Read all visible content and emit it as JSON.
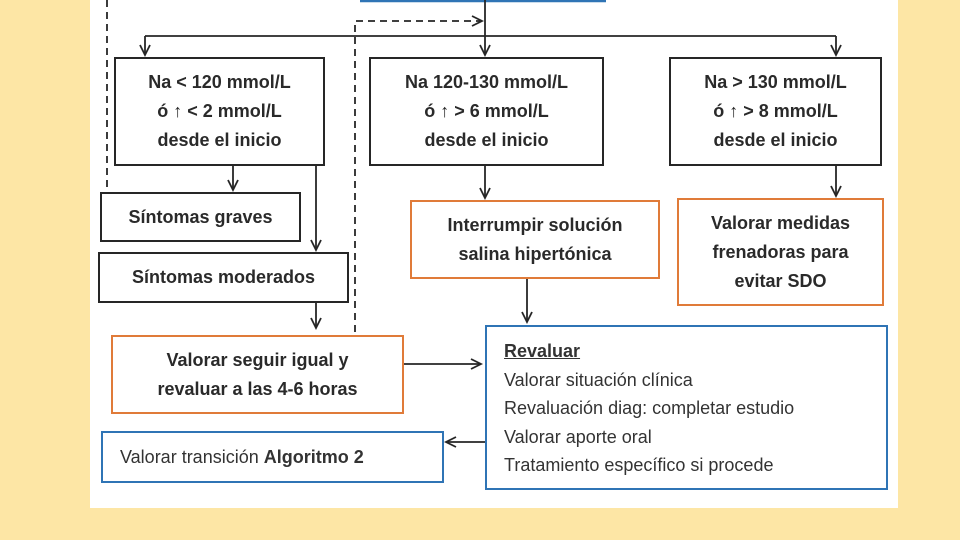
{
  "boxes": {
    "na_low": [
      "Na < 120 mmol/L",
      "ó ↑ < 2 mmol/L",
      "desde el inicio"
    ],
    "na_mid": [
      "Na 120-130 mmol/L",
      "ó ↑ > 6 mmol/L",
      "desde el inicio"
    ],
    "na_high": [
      "Na > 130 mmol/L",
      "ó ↑ > 8 mmol/L",
      "desde el inicio"
    ],
    "sintomas_graves": "Síntomas graves",
    "sintomas_moderados": "Síntomas moderados",
    "interrumpir": [
      "Interrumpir solución",
      "salina hipertónica"
    ],
    "frenadoras": [
      "Valorar medidas",
      "frenadoras para",
      "evitar SDO"
    ],
    "seguir_igual": [
      "Valorar seguir igual y",
      "revaluar a las 4-6 horas"
    ],
    "revaluar": {
      "title": "Revaluar",
      "items": [
        "Valorar situación clínica",
        "Revaluación diag: completar estudio",
        "Valorar aporte oral",
        "Tratamiento específico si procede"
      ]
    },
    "transicion": {
      "prefix": "Valorar transición ",
      "bold": "Algoritmo 2"
    }
  },
  "colors": {
    "background": "#fde6a5",
    "orange": "#e07b39",
    "blue": "#2f74b5",
    "dark": "#262626"
  }
}
